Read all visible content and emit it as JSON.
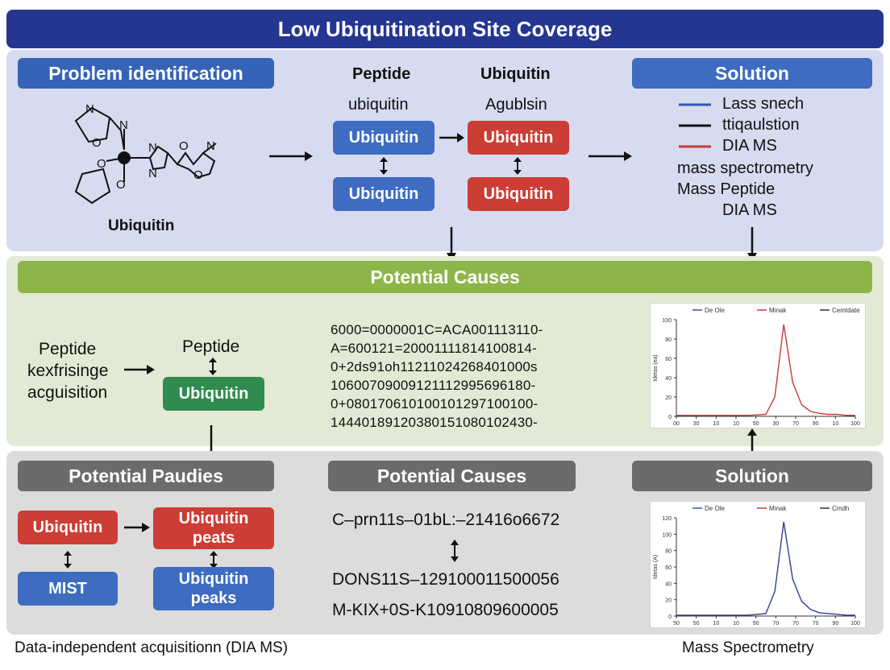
{
  "title": "Low Ubiquitination Site Coverage",
  "top": {
    "problem_label": "Problem identification",
    "molecule_label": "Ubiquitin",
    "molecule_atoms": [
      "N",
      "N",
      "O",
      "O",
      "N",
      "N",
      "O",
      "N",
      "O",
      "O"
    ],
    "col1_header": "Peptide",
    "col1_sub": "ubiquitin",
    "col2_header": "Ubiquitin",
    "col2_sub": "Agublsin",
    "blue_box1": "Ubiquitin",
    "blue_box2": "Ubiquitin",
    "red_box1": "Ubiquitin",
    "red_box2": "Ubiquitin",
    "solution_label": "Solution",
    "legend": [
      {
        "label": "Lass snech",
        "color": "#2f58a8"
      },
      {
        "label": "ttiqaulstion",
        "color": "#111111"
      },
      {
        "label": "DIA MS",
        "color": "#c83a35"
      }
    ],
    "solution_lines": [
      "mass spectrometry",
      "Mass Peptide",
      "DIA MS"
    ]
  },
  "middle": {
    "bar_label": "Potential Causes",
    "left_text": [
      "Peptide",
      "kexfrisinge",
      "acguisition"
    ],
    "peptide_label": "Peptide",
    "green_box": "Ubiquitin",
    "sequence_lines": [
      "6000=0000001C=ACA001113110-",
      "A=600121=20001111814100814-",
      "0+2ds91oh1121102426840100​0s",
      "10600709009121112995696180-",
      "0+08017061010010129710010​0-",
      "14440189120380151080102430-"
    ]
  },
  "bottom": {
    "left_bar": "Potential Paudies",
    "middle_bar": "Potential Causes",
    "right_bar": "Solution",
    "red_box": "Ubiquitin",
    "red_peats": "Ubiquitin peats",
    "blue_mist": "MIST",
    "blue_peaks": "Ubiquitin peaks",
    "codes": [
      "C–prn11s–01bL:–21416o6672",
      "DONS11S–129100011500056",
      "M-KIX+0S-K10910809600005"
    ]
  },
  "footer": {
    "left": "Data-independent acquisitionn (DIA MS)",
    "right": "Mass Spectrometry"
  },
  "chart_data": [
    {
      "type": "line",
      "legend": [
        "De Ole",
        "Minak",
        "Cemtdate"
      ],
      "legend_colors": [
        "#2f58a8",
        "#c83a35",
        "#333333"
      ],
      "ylabel": "Idetas (ea)",
      "xticks": [
        "00",
        "30",
        "10",
        "10",
        "50",
        "30",
        "70",
        "90",
        "10",
        "100"
      ],
      "yticks": [
        100,
        80,
        60,
        40,
        20,
        0
      ],
      "ylim": [
        0,
        100
      ],
      "series": [
        {
          "color": "#c83a35",
          "x": [
            0,
            1,
            2,
            3,
            4,
            5,
            5.5,
            6,
            6.5,
            7,
            7.5,
            8,
            8.5,
            9,
            9.5,
            10
          ],
          "y": [
            1,
            1,
            1,
            1,
            1,
            2,
            20,
            95,
            35,
            12,
            5,
            3,
            2,
            2,
            1,
            1
          ]
        }
      ]
    },
    {
      "type": "line",
      "legend": [
        "De Ole",
        "Minak",
        "Cmdh"
      ],
      "legend_colors": [
        "#2f58a8",
        "#c83a35",
        "#333333"
      ],
      "ylabel": "Idetas (A)",
      "xticks": [
        "50",
        "50",
        "10",
        "10",
        "50",
        "70",
        "70",
        "70",
        "90",
        "100"
      ],
      "yticks": [
        120,
        100,
        80,
        60,
        40,
        20,
        0
      ],
      "ylim": [
        0,
        120
      ],
      "series": [
        {
          "color": "#2b3f9a",
          "x": [
            0,
            1,
            2,
            3,
            4,
            5,
            5.5,
            6,
            6.5,
            7,
            7.5,
            8,
            8.5,
            9,
            9.5,
            10
          ],
          "y": [
            1,
            1,
            1,
            1,
            1,
            3,
            30,
            115,
            45,
            18,
            8,
            4,
            3,
            2,
            1,
            1
          ]
        }
      ]
    }
  ]
}
